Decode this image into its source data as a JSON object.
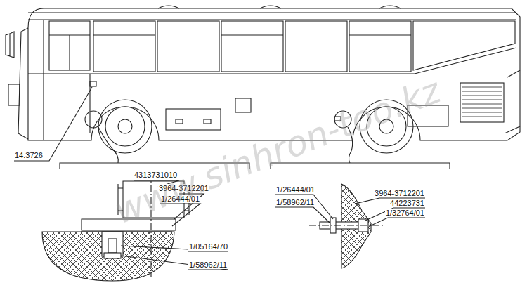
{
  "diagram": {
    "labels": [
      "14.3726",
      "4313731010",
      "3964-3712201",
      "1/26444/01",
      "1/05164/70",
      "1/58962/11",
      "1/26444/01",
      "1/58962/11",
      "3964-3712201",
      "44223731",
      "1/32764/01",
      "www.sinhron-too.kz"
    ]
  }
}
